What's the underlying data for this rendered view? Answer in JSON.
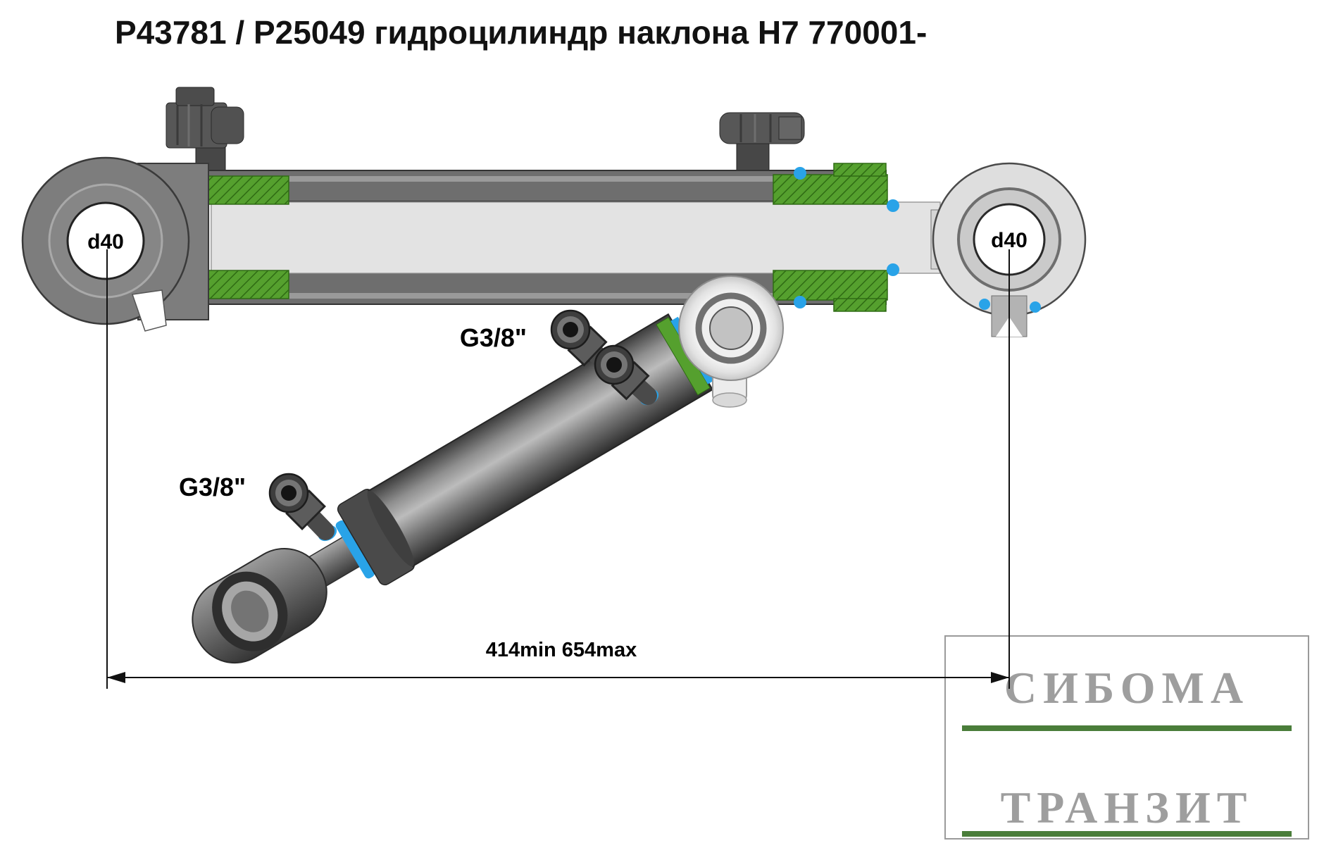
{
  "title": "Р43781 / Р25049 гидроцилиндр наклона Н7 770001-",
  "labels": {
    "left_eye_bore": "d40",
    "right_eye_bore": "d40",
    "port_upper": "G3/8\"",
    "port_lower": "G3/8\"",
    "stroke_dimension": "414min 654max"
  },
  "watermark": {
    "line1": "СИБОМА",
    "line2": "ТРАНЗИТ"
  },
  "colors": {
    "seal_green": "#55a02e",
    "seal_green_dark": "#2f6b14",
    "seal_blue": "#29a3e8",
    "steel_dark": "#5a5a5a",
    "steel_light": "#e3e3e3",
    "watermark_green": "#4a7d3a",
    "watermark_gray": "#9e9e9e"
  }
}
